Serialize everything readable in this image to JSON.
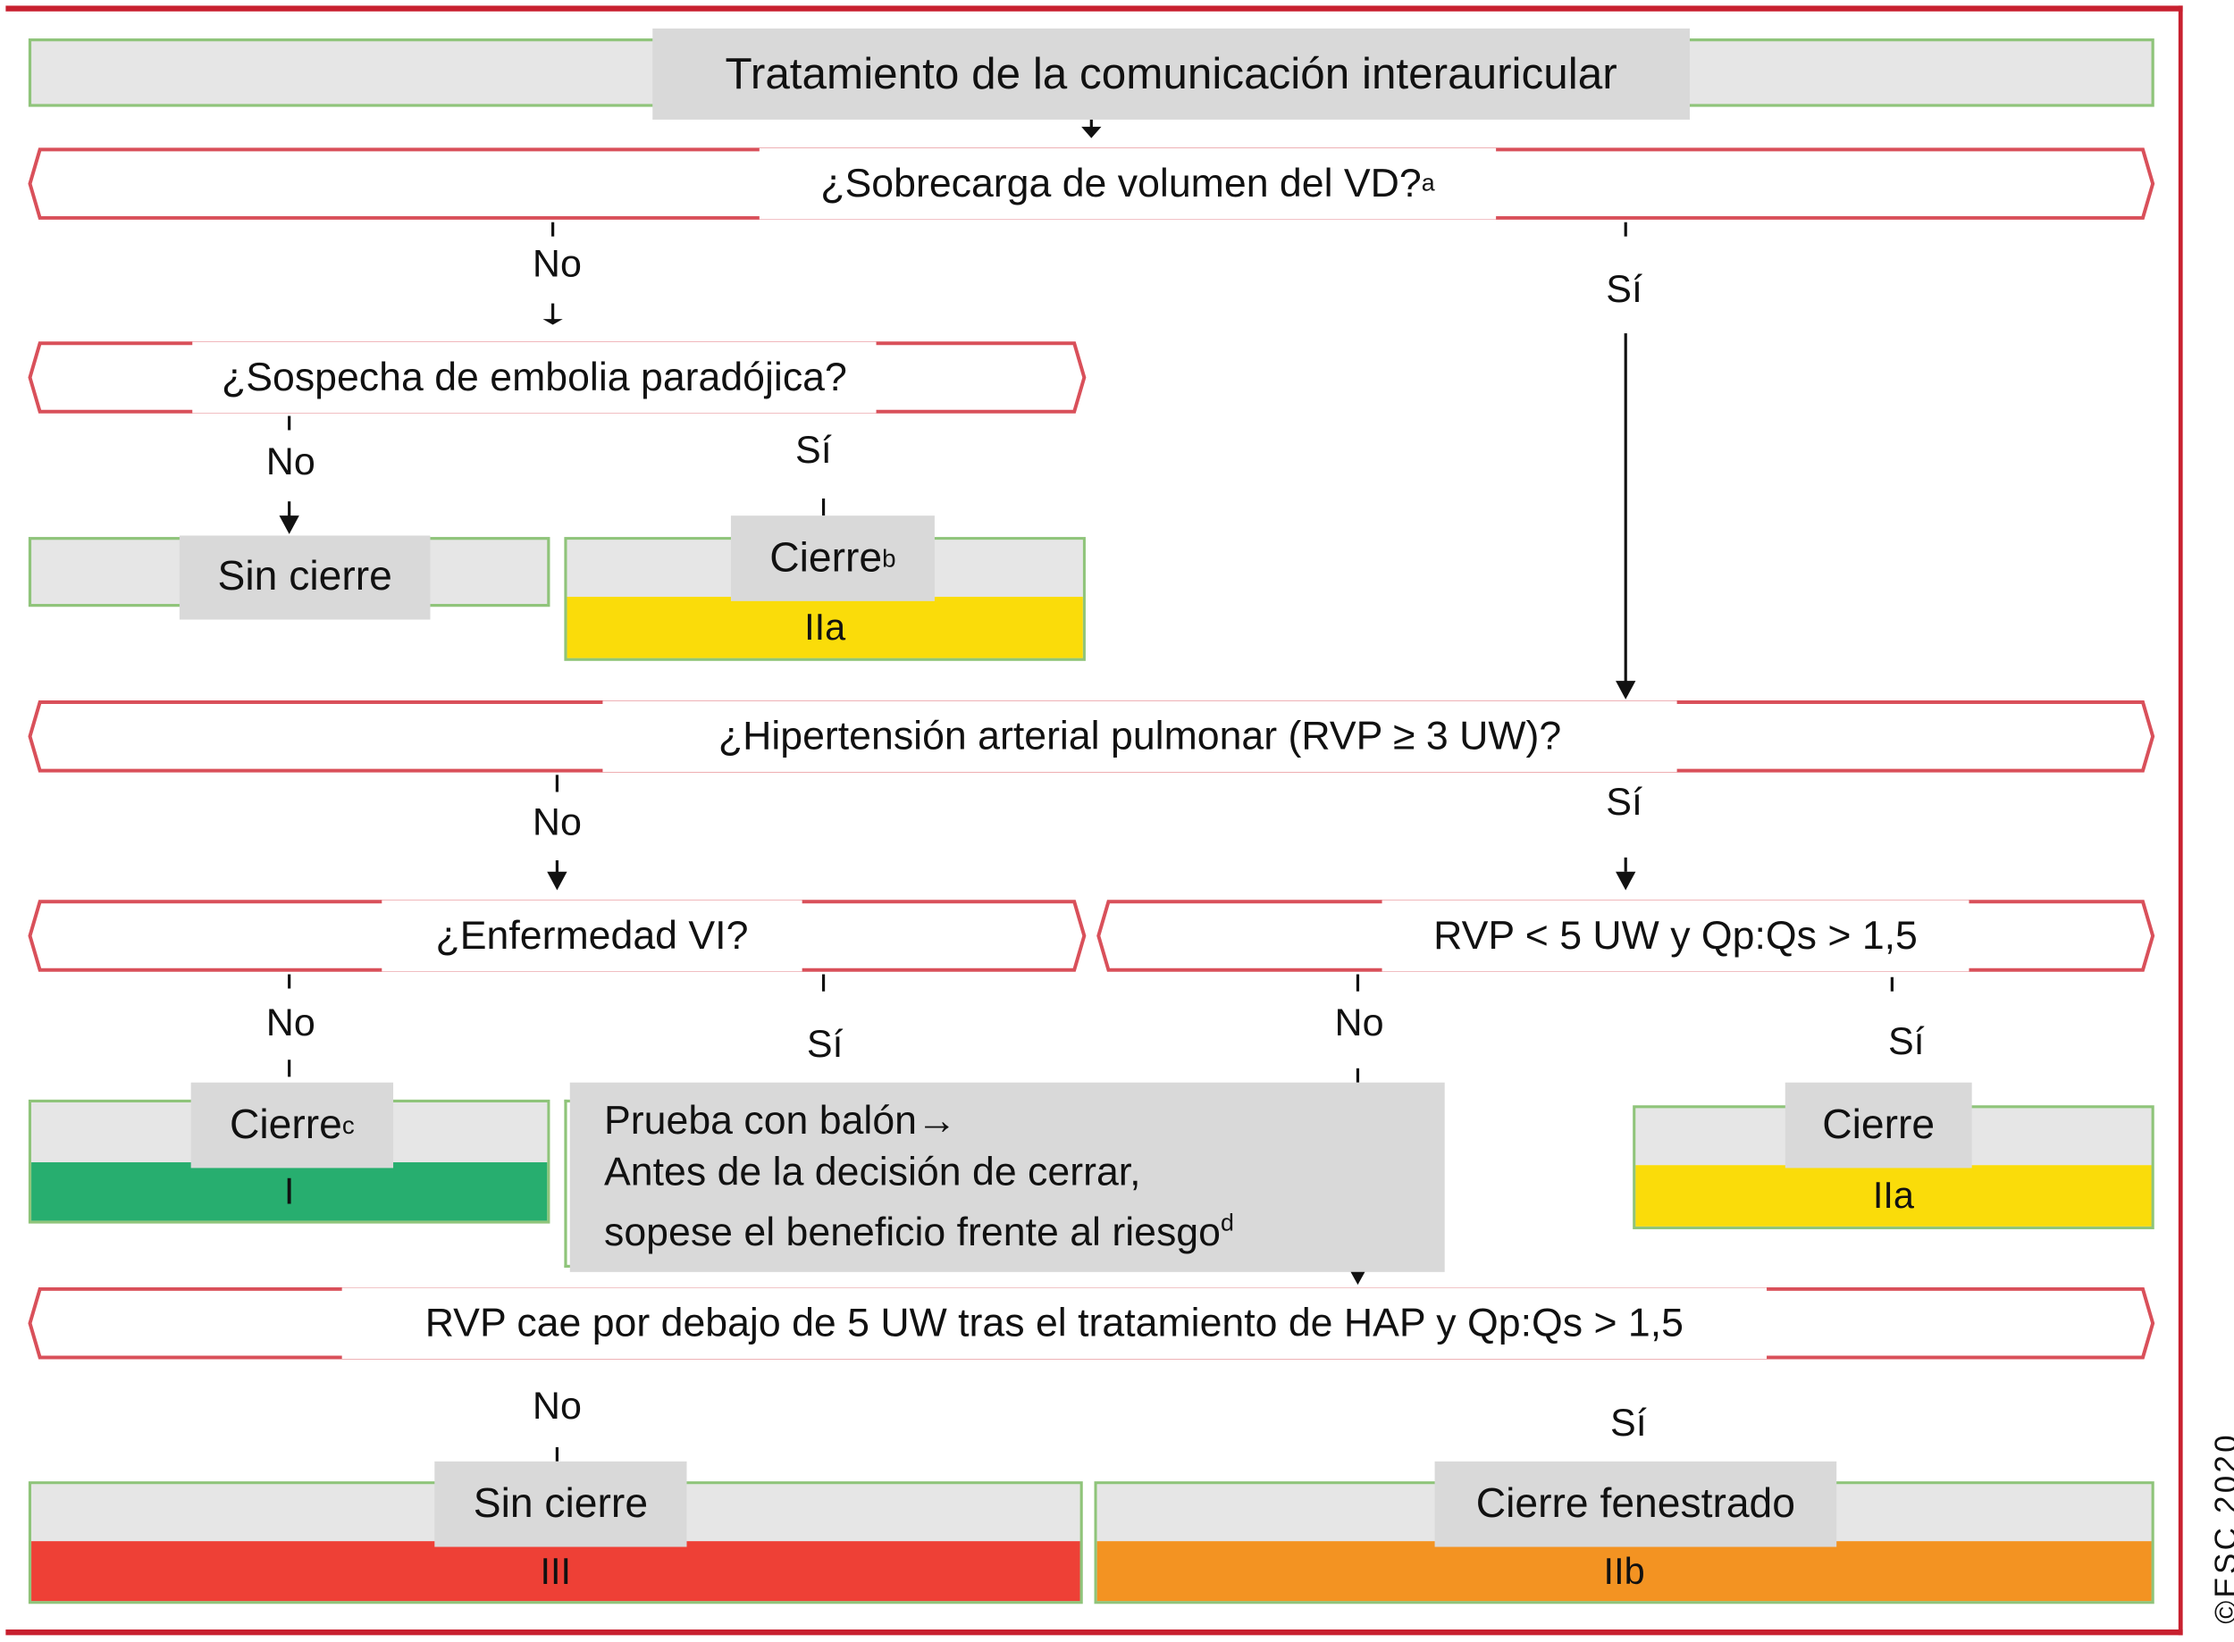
{
  "title": "Tratamiento de la comunicación interauricular",
  "colors": {
    "frame": "#c8202f",
    "question_border": "#d9505a",
    "box_border": "#8fc47a",
    "class_I": "#27ae6f",
    "class_IIa": "#fadc0a",
    "class_IIb": "#f39322",
    "class_III": "#ee4036",
    "gray": "#d9d9d9"
  },
  "questions": {
    "q1": {
      "text": "¿Sobrecarga de volumen del VD?",
      "sup": "a"
    },
    "q2": {
      "text": "¿Sospecha de embolia paradójica?"
    },
    "q3": {
      "text": "¿Hipertensión arterial pulmonar (RVP ≥ 3 UW)?"
    },
    "q4": {
      "text": "¿Enfermedad VI?"
    },
    "q5": {
      "text": "RVP < 5 UW y Qp:Qs > 1,5"
    },
    "q6": {
      "text": "RVP cae por debajo de 5 UW tras el tratamiento de HAP y Qp:Qs > 1,5"
    }
  },
  "labels": {
    "no": "No",
    "yes": "Sí"
  },
  "outcomes": {
    "sin_cierre_1": {
      "text": "Sin cierre"
    },
    "cierre_b": {
      "text": "Cierre",
      "sup": "b",
      "class": "IIa"
    },
    "cierre_c": {
      "text": "Cierre",
      "sup": "c",
      "class": "I"
    },
    "balloon": {
      "line1": "Prueba con balón→",
      "line2": "Antes de la decisión de cerrar,",
      "line3": "sopese el beneficio frente al riesgo",
      "sup": "d"
    },
    "cierre_iia": {
      "text": "Cierre",
      "class": "IIa"
    },
    "sin_cierre_2": {
      "text": "Sin cierre",
      "class": "III"
    },
    "cierre_fenestrado": {
      "text": "Cierre fenestrado",
      "class": "IIb"
    }
  },
  "copyright": "©ESC 2020"
}
